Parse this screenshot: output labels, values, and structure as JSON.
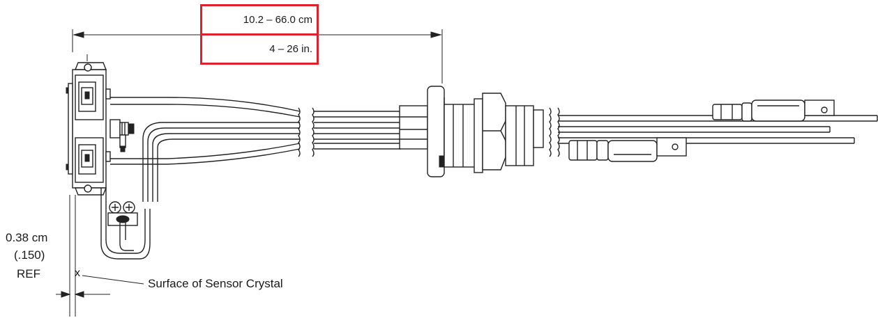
{
  "dimension_length": {
    "metric": "10.2 – 66.0 cm",
    "imperial": "4 – 26 in."
  },
  "offset_dimension": {
    "metric": "0.38 cm",
    "imperial": "(.150)",
    "note": "REF"
  },
  "callouts": {
    "crystal_mark": "x",
    "crystal_surface": "Surface of Sensor Crystal"
  },
  "colors": {
    "highlight_box": "#e0202a",
    "line": "#222222"
  }
}
